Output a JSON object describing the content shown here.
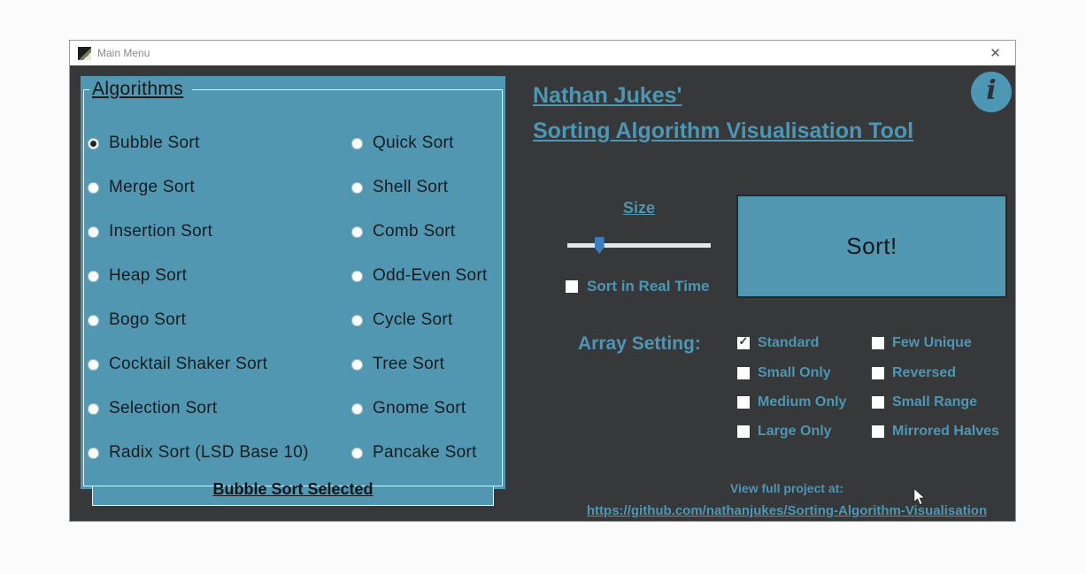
{
  "window": {
    "title": "Main Menu",
    "close_glyph": "✕"
  },
  "algorithms": {
    "header": "Algorithms",
    "selected": "Bubble Sort",
    "selected_label": "Bubble Sort Selected",
    "column1": [
      "Bubble Sort",
      "Merge Sort",
      "Insertion Sort",
      "Heap Sort",
      "Bogo Sort",
      "Cocktail Shaker Sort",
      "Selection Sort",
      "Radix Sort (LSD Base 10)"
    ],
    "column2": [
      "Quick Sort",
      "Shell Sort",
      "Comb Sort",
      "Odd-Even Sort",
      "Cycle Sort",
      "Tree Sort",
      "Gnome Sort",
      "Pancake Sort"
    ]
  },
  "header": {
    "line1": "Nathan Jukes' ",
    "line2": "Sorting Algorithm Visualisation Tool",
    "info_glyph": "i"
  },
  "controls": {
    "size_label": "Size",
    "slider_percent": 22,
    "realtime_label": "Sort in Real Time",
    "realtime_checked": false,
    "sort_button": "Sort!"
  },
  "array_setting": {
    "label": "Array Setting:",
    "column1": [
      {
        "label": "Standard",
        "checked": true
      },
      {
        "label": "Small Only",
        "checked": false
      },
      {
        "label": "Medium Only",
        "checked": false
      },
      {
        "label": "Large Only",
        "checked": false
      }
    ],
    "column2": [
      {
        "label": "Few Unique",
        "checked": false
      },
      {
        "label": "Reversed",
        "checked": false
      },
      {
        "label": "Small Range",
        "checked": false
      },
      {
        "label": "Mirrored Halves",
        "checked": false
      }
    ]
  },
  "footer": {
    "caption": "View full project at:",
    "link": "https://github.com/nathanjukes/Sorting-Algorithm-Visualisation"
  },
  "colors": {
    "background_dark": "#37383a",
    "panel_teal": "#5197b2",
    "accent_text_teal": "#4d96b4",
    "slider_thumb_blue": "#3c7dc0",
    "titlebar_white": "#ffffff"
  }
}
